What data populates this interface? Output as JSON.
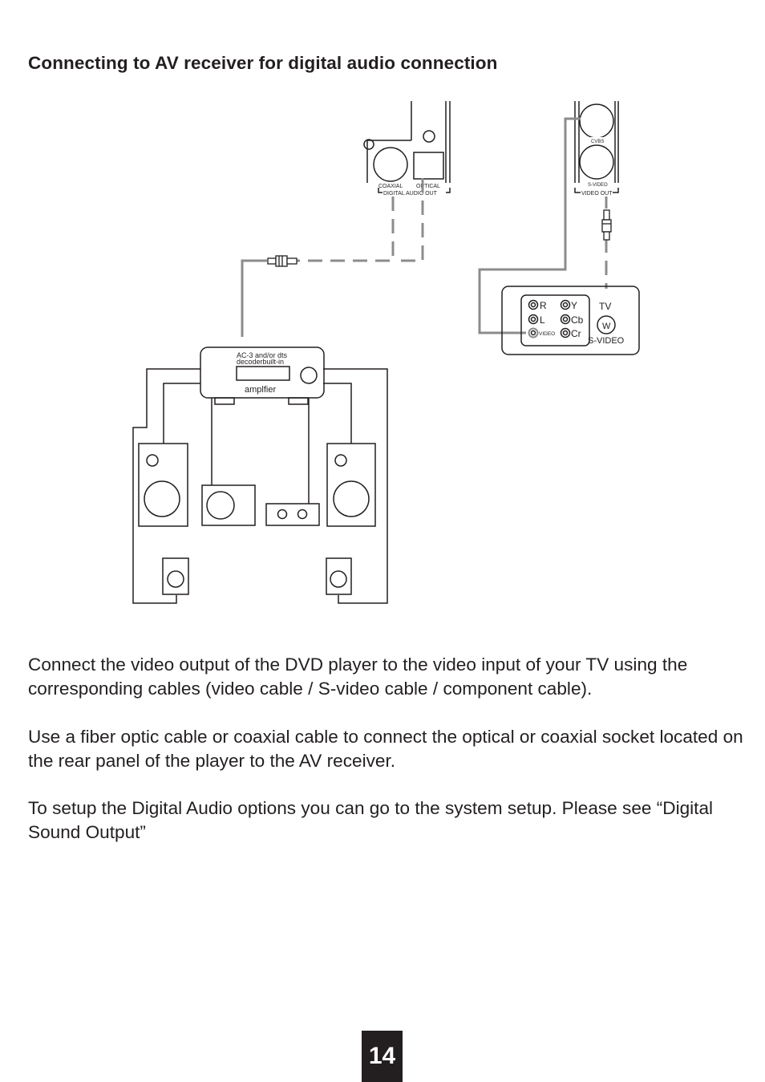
{
  "page": {
    "title": "Connecting to AV receiver for digital audio connection",
    "paragraphs": [
      "Connect the video output of the DVD player to the video input of your TV using the corresponding cables (video cable / S-video cable / component cable).",
      "Use a fiber optic cable or coaxial cable to connect the optical or coaxial socket located on the rear panel of the player to the AV receiver.",
      "To setup the Digital Audio options you can go to the system setup. Please see “Digital Sound Output”"
    ],
    "page_number": "14"
  },
  "diagram": {
    "audio_panel": {
      "coaxial_label": "COAXIAL",
      "optical_label": "OPTICAL",
      "group_label": "DIGITAL AUDIO OUT"
    },
    "video_panel": {
      "cvbs_label": "CVBS",
      "svideo_label": "S-VIDEO",
      "group_label": "VIDEO OUT"
    },
    "tv": {
      "r_label": "R",
      "l_label": "L",
      "video_label": "VIDEO",
      "y_label": "Y",
      "cb_label": "Cb",
      "cr_label": "Cr",
      "tv_label": "TV",
      "w_label": "W",
      "svideo_label": "S-VIDEO"
    },
    "amplifier": {
      "decoder_line1": "AC-3 and/or dts",
      "decoder_line2": "decoderbuilt-in",
      "label": "amplfier"
    }
  }
}
